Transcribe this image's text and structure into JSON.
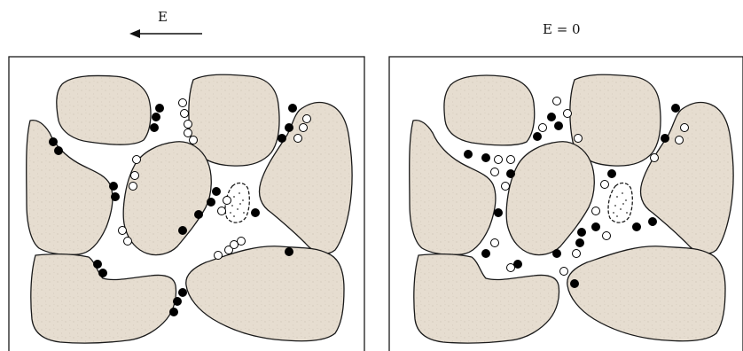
{
  "labels": {
    "field": "E",
    "zero_field": "E = 0"
  },
  "colors": {
    "grain_fill": "#e6ddd0",
    "outline": "#1a1a1a",
    "background": "#ffffff",
    "cation": "#000000",
    "anion_fill": "#ffffff"
  },
  "icons": {
    "field_direction": "arrow-left"
  }
}
